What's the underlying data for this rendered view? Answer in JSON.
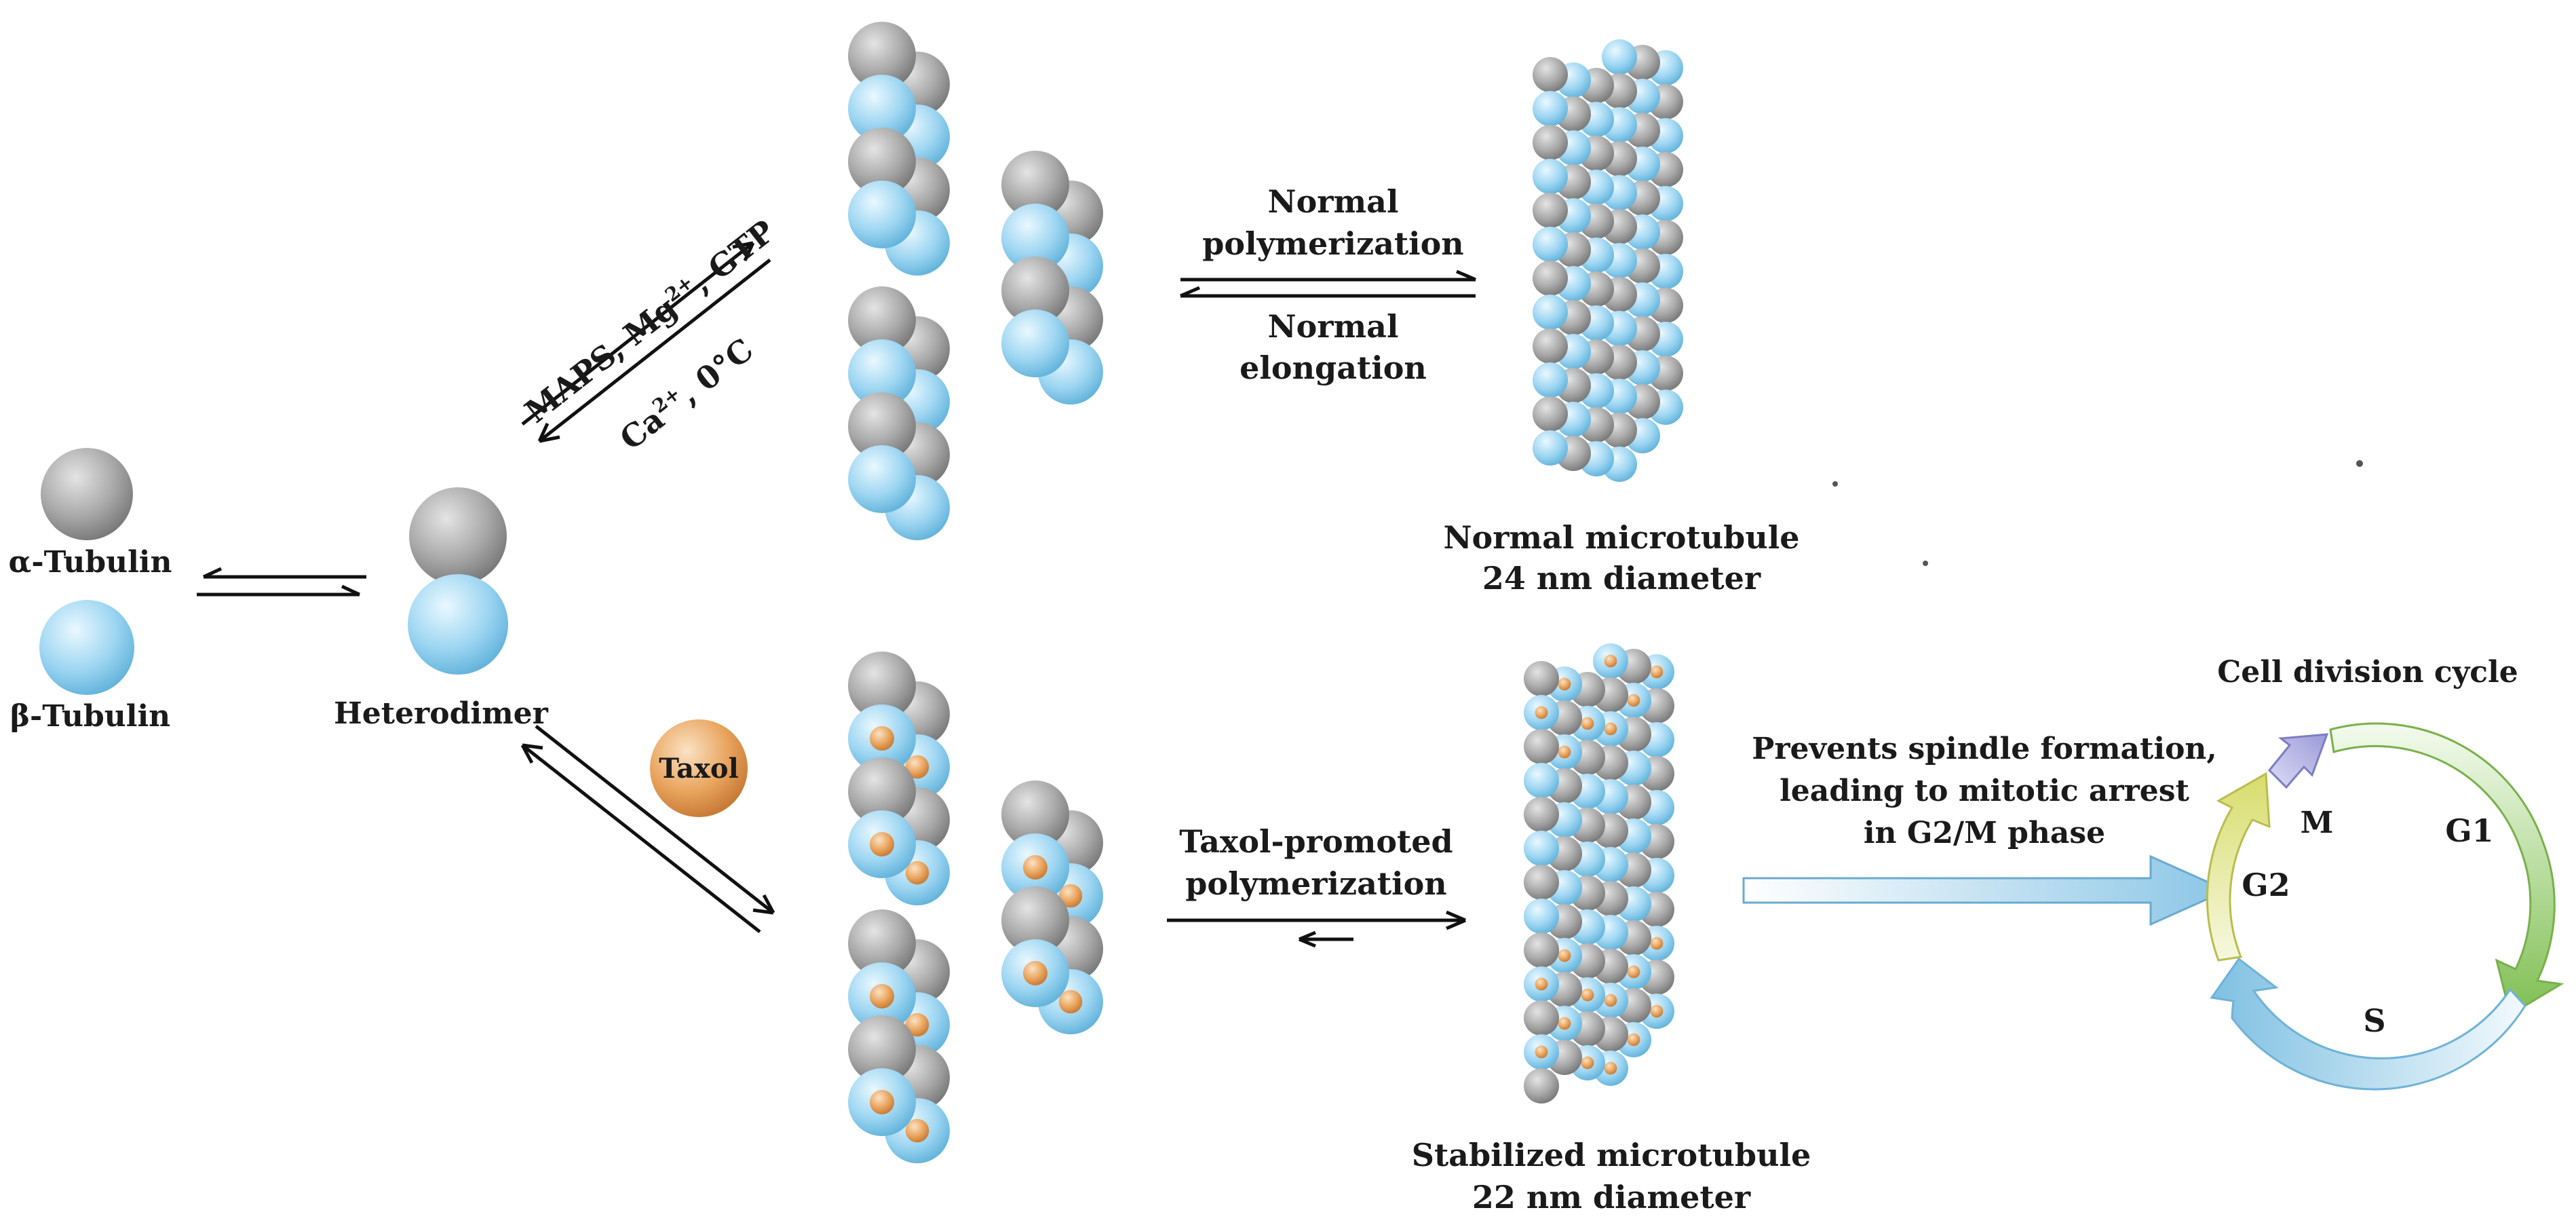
{
  "labels": {
    "alpha": "α-Tubulin",
    "beta": "β-Tubulin",
    "heterodimer": "Heterodimer",
    "taxol": "Taxol",
    "forward_conditions_main": "MAPS, Mg",
    "forward_conditions_sup": "2+",
    "forward_conditions_end": ", GTP",
    "reverse_conditions_main": "Ca",
    "reverse_conditions_sup": "2+",
    "reverse_conditions_end": ", 0°C",
    "normal_polymerization_line1": "Normal",
    "normal_polymerization_line2": "polymerization",
    "normal_elongation_line1": "Normal",
    "normal_elongation_line2": "elongation",
    "normal_microtubule_line1": "Normal microtubule",
    "normal_microtubule_line2": "24 nm diameter",
    "taxol_polymerization_line1": "Taxol-promoted",
    "taxol_polymerization_line2": "polymerization",
    "stabilized_microtubule_line1": "Stabilized microtubule",
    "stabilized_microtubule_line2": "22 nm diameter",
    "prevents_line1": "Prevents spindle formation,",
    "prevents_line2": "leading to mitotic arrest",
    "prevents_line3": "in G2/M phase",
    "cycle_title": "Cell division cycle",
    "phase_m": "M",
    "phase_g1": "G1",
    "phase_s": "S",
    "phase_g2": "G2"
  },
  "colors": {
    "alpha_tubulin": "#9c9c9c",
    "beta_tubulin": "#8fd0ee",
    "taxol": "#e89a52",
    "g1_arrow": "#8cc86a",
    "s_arrow": "#8ecbe8",
    "g2_arrow": "#e3e58a",
    "m_arrow": "#a8a8e0"
  }
}
